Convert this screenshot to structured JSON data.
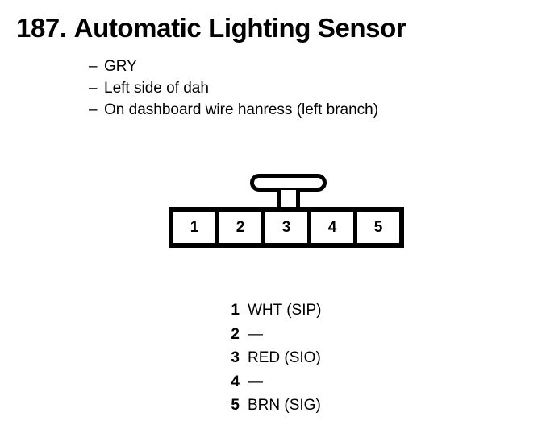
{
  "title": {
    "number": "187.",
    "text": "Automatic Lighting Sensor"
  },
  "notes": {
    "dash": "–",
    "items": [
      "GRY",
      "Left side of dah",
      "On dashboard wire hanress (left branch)"
    ]
  },
  "connector": {
    "name": "5-pin connector",
    "latch_name": "latch-tab",
    "pins": [
      "1",
      "2",
      "3",
      "4",
      "5"
    ]
  },
  "legend": {
    "rows": [
      {
        "pin": "1",
        "value": "WHT (SIP)"
      },
      {
        "pin": "2",
        "value": "—"
      },
      {
        "pin": "3",
        "value": "RED (SIO)"
      },
      {
        "pin": "4",
        "value": "—"
      },
      {
        "pin": "5",
        "value": "BRN (SIG)"
      }
    ]
  },
  "colors": {
    "ink": "#000000",
    "background": "#ffffff"
  }
}
